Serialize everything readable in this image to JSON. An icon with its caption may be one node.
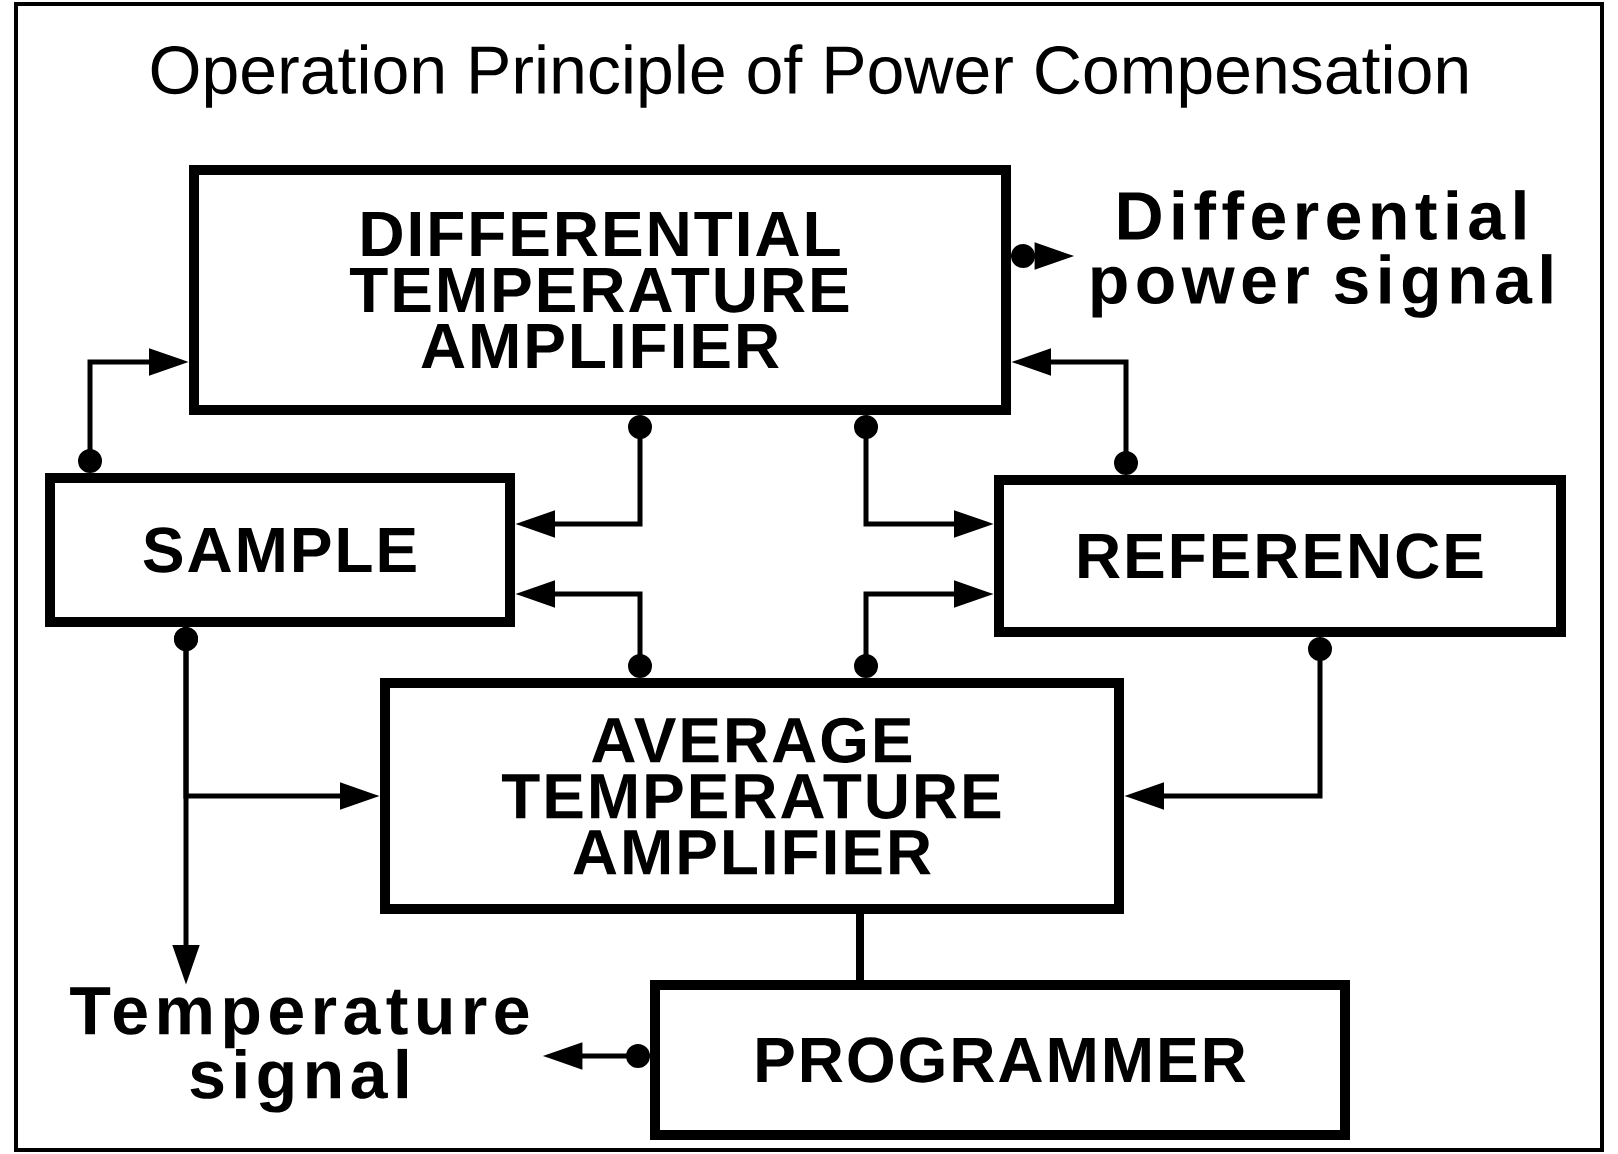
{
  "diagram": {
    "title": "Operation Principle of Power Compensation",
    "nodes": [
      {
        "text": [
          "DIFFERENTIAL TEMPERATURE AMPLIFIER"
        ]
      },
      {
        "text": [
          "Differential power signal"
        ]
      },
      {
        "text": [
          "SAMPLE"
        ]
      },
      {
        "text": [
          "REFERENCE"
        ]
      },
      {
        "text": [
          "AVERAGE TEMPERATURE AMPLIFIER"
        ]
      },
      {
        "text": [
          "Temperature signal"
        ]
      },
      {
        "text": [
          "PROGRAMMER"
        ]
      }
    ],
    "edges": [
      {
        "from": 0,
        "to": 1,
        "arrow": "to"
      },
      {
        "from": 2,
        "to": 0,
        "arrow": "to"
      },
      {
        "from": 0,
        "to": 2,
        "arrow": "to"
      },
      {
        "from": 0,
        "to": 3,
        "arrow": "to"
      },
      {
        "from": 3,
        "to": 0,
        "arrow": "to"
      },
      {
        "from": 4,
        "to": 2,
        "arrow": "to"
      },
      {
        "from": 4,
        "to": 3,
        "arrow": "to"
      },
      {
        "from": 2,
        "to": 4,
        "arrow": "to"
      },
      {
        "from": 2,
        "to": 5,
        "arrow": "to"
      },
      {
        "from": 3,
        "to": 4,
        "arrow": "to"
      },
      {
        "from": 4,
        "to": 6,
        "arrow": "none"
      },
      {
        "from": 6,
        "to": 5,
        "arrow": "to"
      }
    ]
  }
}
